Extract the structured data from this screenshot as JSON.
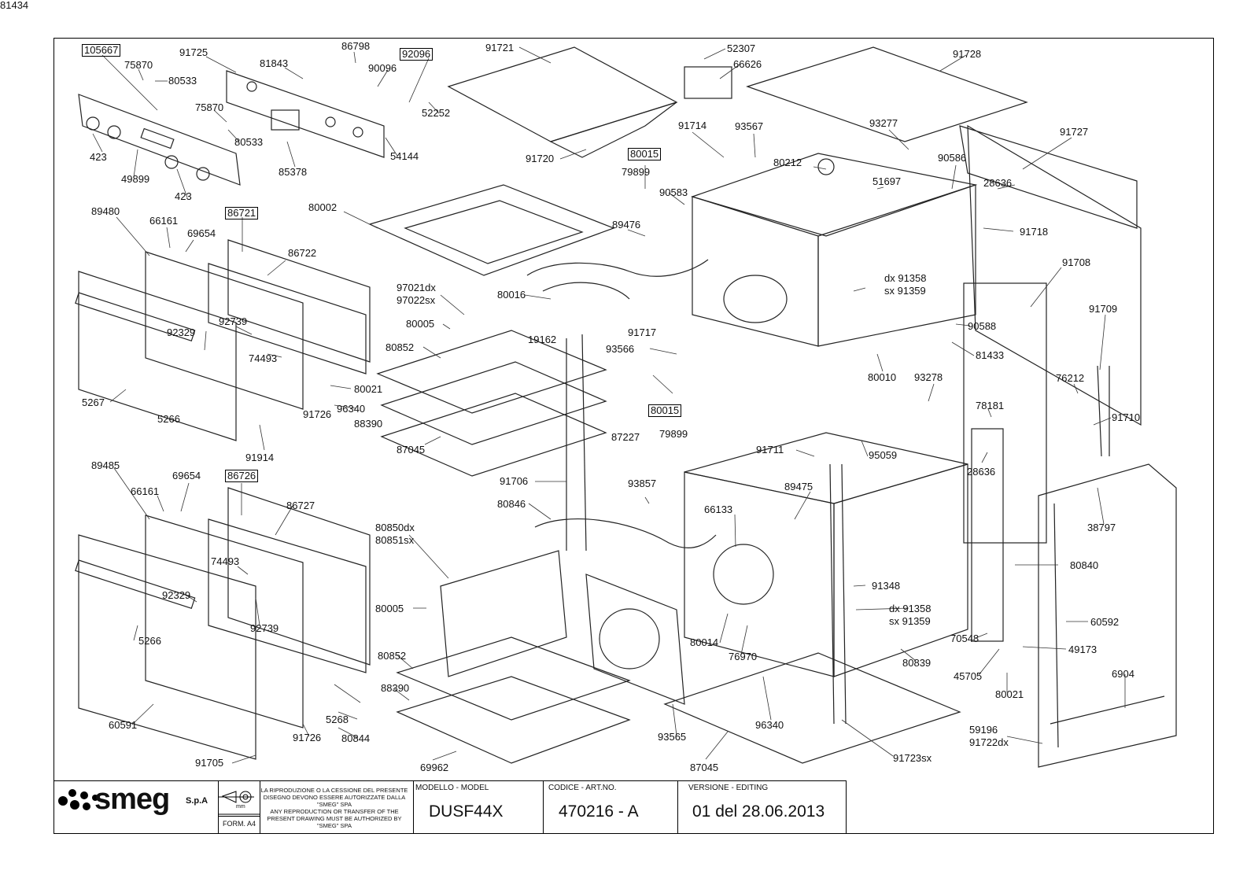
{
  "title_block": {
    "logo": "smeg",
    "company_suffix": "S.p.A",
    "form": "FORM. A4",
    "unit": "mm",
    "notice_lines": [
      "LA RIPRODUZIONE O LA CESSIONE DEL PRESENTE",
      "DISEGNO DEVONO ESSERE AUTORIZZATE DALLA",
      "\"SMEG\" SPA",
      "ANY REPRODUCTION OR TRANSFER OF THE",
      "PRESENT DRAWING MUST BE AUTHORIZED BY",
      "\"SMEG\" SPA"
    ],
    "model_header": "MODELLO - MODEL",
    "model": "DUSF44X",
    "code_header": "CODICE - ART.NO.",
    "code": "470216 - A",
    "version_header": "VERSIONE - EDITING",
    "version": "01 del 28.06.2013"
  },
  "parts": [
    {
      "label": "105667",
      "boxed": true
    },
    {
      "label": "75870"
    },
    {
      "label": "80533"
    },
    {
      "label": "91725"
    },
    {
      "label": "81843"
    },
    {
      "label": "86798"
    },
    {
      "label": "92096",
      "boxed": true
    },
    {
      "label": "90096"
    },
    {
      "label": "52252"
    },
    {
      "label": "75870"
    },
    {
      "label": "80533"
    },
    {
      "label": "85378"
    },
    {
      "label": "54144"
    },
    {
      "label": "423"
    },
    {
      "label": "49899"
    },
    {
      "label": "423"
    },
    {
      "label": "91721"
    },
    {
      "label": "52307"
    },
    {
      "label": "66626"
    },
    {
      "label": "91728"
    },
    {
      "label": "91720"
    },
    {
      "label": "80015",
      "boxed": true
    },
    {
      "label": "79899"
    },
    {
      "label": "91714"
    },
    {
      "label": "93567"
    },
    {
      "label": "93277"
    },
    {
      "label": "91727"
    },
    {
      "label": "90586"
    },
    {
      "label": "80212"
    },
    {
      "label": "51697"
    },
    {
      "label": "28636"
    },
    {
      "label": "90583"
    },
    {
      "label": "89476"
    },
    {
      "label": "91718"
    },
    {
      "label": "89480"
    },
    {
      "label": "66161"
    },
    {
      "label": "69654"
    },
    {
      "label": "86721",
      "boxed": true
    },
    {
      "label": "86722"
    },
    {
      "label": "80002"
    },
    {
      "label": "91708"
    },
    {
      "label": "97021dx"
    },
    {
      "label": "97022sx"
    },
    {
      "label": "80016"
    },
    {
      "label": "dx 91358"
    },
    {
      "label": "sx 91359"
    },
    {
      "label": "80005"
    },
    {
      "label": "92739"
    },
    {
      "label": "92329"
    },
    {
      "label": "74493"
    },
    {
      "label": "19162"
    },
    {
      "label": "91717"
    },
    {
      "label": "90588"
    },
    {
      "label": "91709"
    },
    {
      "label": "93566"
    },
    {
      "label": "81433"
    },
    {
      "label": "80852"
    },
    {
      "label": "80021"
    },
    {
      "label": "80010"
    },
    {
      "label": "93278"
    },
    {
      "label": "76212"
    },
    {
      "label": "5267"
    },
    {
      "label": "96340"
    },
    {
      "label": "5266"
    },
    {
      "label": "91726"
    },
    {
      "label": "88390"
    },
    {
      "label": "80015",
      "boxed": true
    },
    {
      "label": "78181"
    },
    {
      "label": "91710"
    },
    {
      "label": "79899"
    },
    {
      "label": "87045"
    },
    {
      "label": "91914"
    },
    {
      "label": "87227"
    },
    {
      "label": "91711"
    },
    {
      "label": "95059"
    },
    {
      "label": "28636"
    },
    {
      "label": "89485"
    },
    {
      "label": "69654"
    },
    {
      "label": "86726",
      "boxed": true
    },
    {
      "label": "91706"
    },
    {
      "label": "93857"
    },
    {
      "label": "66161"
    },
    {
      "label": "89475"
    },
    {
      "label": "86727"
    },
    {
      "label": "38797"
    },
    {
      "label": "80846"
    },
    {
      "label": "66133"
    },
    {
      "label": "80850dx"
    },
    {
      "label": "80851sx"
    },
    {
      "label": "80840"
    },
    {
      "label": "74493"
    },
    {
      "label": "91348"
    },
    {
      "label": "92329"
    },
    {
      "label": "80005"
    },
    {
      "label": "dx 91358"
    },
    {
      "label": "sx 91359"
    },
    {
      "label": "60592"
    },
    {
      "label": "92739"
    },
    {
      "label": "70548"
    },
    {
      "label": "5266"
    },
    {
      "label": "49173"
    },
    {
      "label": "80014"
    },
    {
      "label": "76970"
    },
    {
      "label": "80852"
    },
    {
      "label": "80839"
    },
    {
      "label": "45705"
    },
    {
      "label": "88390"
    },
    {
      "label": "80021"
    },
    {
      "label": "6904"
    },
    {
      "label": "60591"
    },
    {
      "label": "5268"
    },
    {
      "label": "96340"
    },
    {
      "label": "93565"
    },
    {
      "label": "80844"
    },
    {
      "label": "91726"
    },
    {
      "label": "59196"
    },
    {
      "label": "91722dx"
    },
    {
      "label": "91723sx"
    },
    {
      "label": "91705"
    },
    {
      "label": "69962"
    },
    {
      "label": "87045"
    },
    {
      "label": "81434"
    }
  ]
}
